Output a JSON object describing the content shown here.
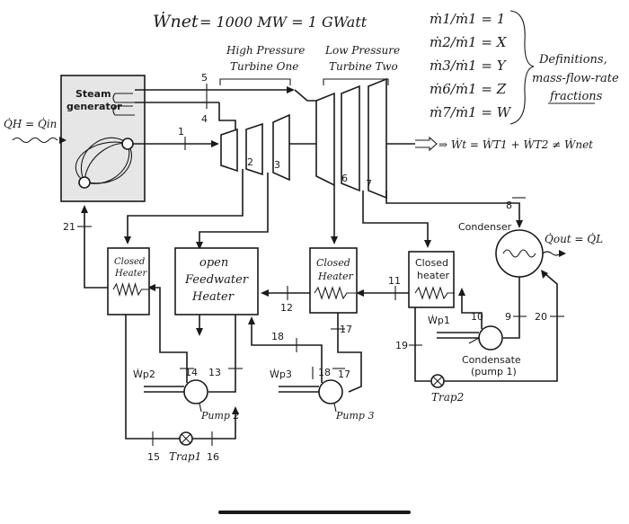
{
  "header": {
    "w_net_label": "Ẇnet",
    "equation_rest": "= 1000 MW = 1 GWatt"
  },
  "definitions": {
    "lines": [
      "ṁ1/ṁ1 = 1",
      "ṁ2/ṁ1 = X",
      "ṁ3/ṁ1 = Y",
      "ṁ6/ṁ1 = Z",
      "ṁ7/ṁ1 = W"
    ],
    "note_lines": [
      "Definitions,",
      "mass-flow-rate",
      "fractions"
    ]
  },
  "turbines": {
    "hp_line1": "High Pressure",
    "hp_line2": "Turbine One",
    "lp_line1": "Low Pressure",
    "lp_line2": "Turbine Two"
  },
  "components": {
    "steam_generator_l1": "Steam",
    "steam_generator_l2": "generator",
    "q_in": "Q̇H = Q̇in",
    "condenser": "Condenser",
    "q_out": "Q̇out = Q̇L",
    "work_out": "⇒ Ẇt = ẆT1 + ẆT2 ≠ Ẇnet",
    "closed_heater_hand_l1": "Closed",
    "closed_heater_hand_l2": "Heater",
    "open_fwh_l1": "open",
    "open_fwh_l2": "Feedwater",
    "open_fwh_l3": "Heater",
    "closed_heater_mid_l1": "Closed",
    "closed_heater_mid_l2": "Heater",
    "closed_heater_right_l1": "Closed",
    "closed_heater_right_l2": "heater",
    "wp1": "Ẇp1",
    "condensate_pump_l1": "Condensate",
    "condensate_pump_l2": "(pump 1)",
    "wp2": "Ẇp2",
    "pump2": "Pump 2",
    "wp3": "Ẇp3",
    "pump3": "Pump 3",
    "trap1": "Trap1",
    "trap2": "Trap2"
  },
  "states": [
    "1",
    "2",
    "3",
    "4",
    "5",
    "6",
    "7",
    "8",
    "9",
    "10",
    "11",
    "12",
    "13",
    "14",
    "15",
    "16",
    "17",
    "18",
    "19",
    "20",
    "21",
    "17",
    "18"
  ],
  "colors": {
    "ink": "#1a1a1a",
    "panel": "#e6e6e6",
    "paper": "#ffffff"
  }
}
